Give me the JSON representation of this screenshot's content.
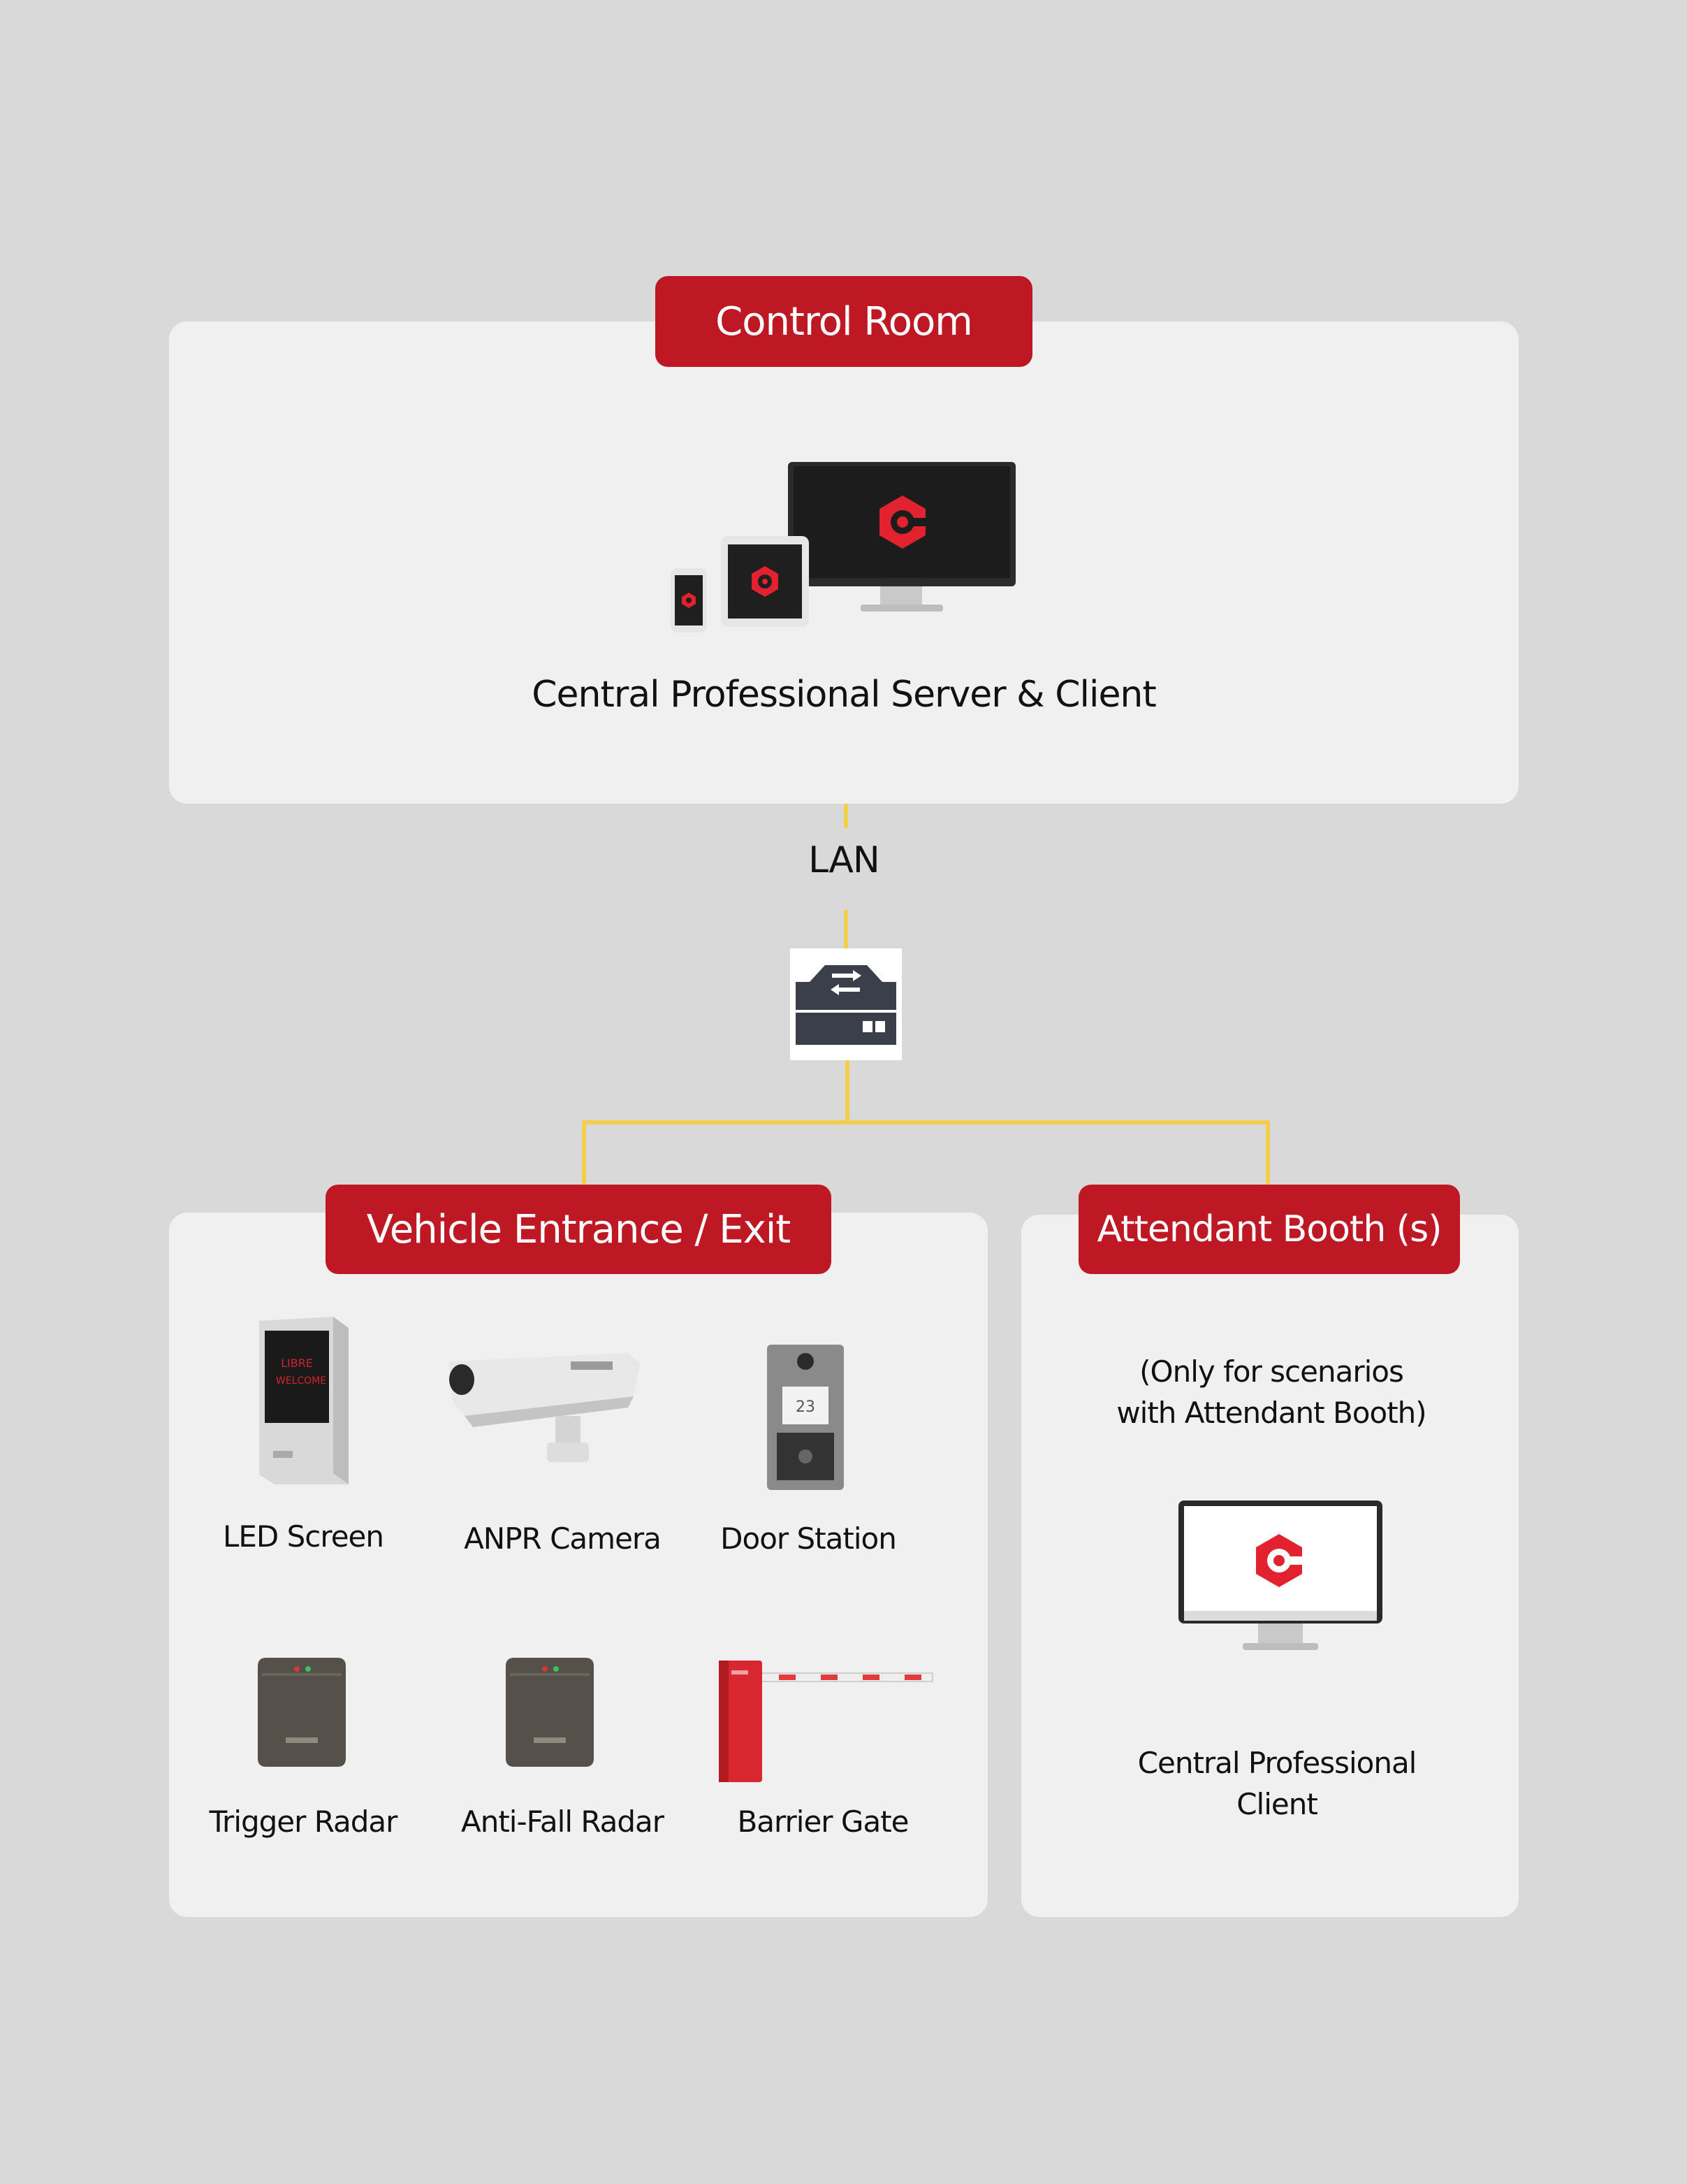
{
  "control_room": {
    "title": "Control Room",
    "server_label": "Central Professional Server & Client",
    "icon": "server-client-devices-icon"
  },
  "network": {
    "lan_label": "LAN",
    "switch_icon": "network-switch-icon"
  },
  "vehicle_entrance": {
    "title": "Vehicle Entrance / Exit",
    "devices": [
      {
        "label": "LED Screen",
        "icon": "led-screen-icon"
      },
      {
        "label": "ANPR Camera",
        "icon": "anpr-camera-icon"
      },
      {
        "label": "Door Station",
        "icon": "door-station-icon"
      },
      {
        "label": "Trigger Radar",
        "icon": "trigger-radar-icon"
      },
      {
        "label": "Anti-Fall Radar",
        "icon": "anti-fall-radar-icon"
      },
      {
        "label": "Barrier Gate",
        "icon": "barrier-gate-icon"
      }
    ]
  },
  "attendant_booth": {
    "title": "Attendant Booth (s)",
    "note_line1": "(Only for scenarios",
    "note_line2": "with Attendant Booth)",
    "client_line1": "Central Professional",
    "client_line2": "Client",
    "icon": "monitor-client-icon"
  },
  "colors": {
    "accent_red": "#bd1824",
    "connector_yellow": "#f2cd4e",
    "panel": "#f0f0f0",
    "background": "#d9d9d9"
  }
}
